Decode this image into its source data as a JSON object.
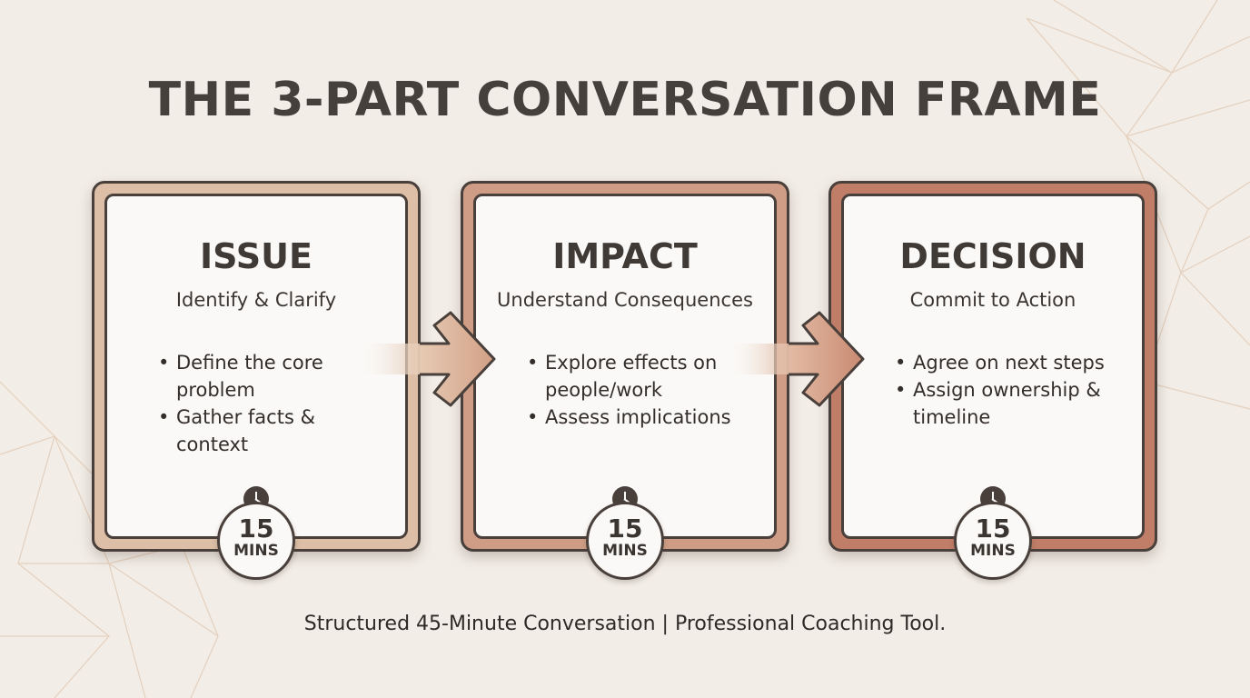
{
  "title": "THE 3-PART CONVERSATION FRAME",
  "cards": [
    {
      "heading": "ISSUE",
      "subheading": "Identify & Clarify",
      "bullets": [
        "Define the core problem",
        "Gather facts & context"
      ],
      "duration": "15",
      "duration_unit": "MINS",
      "color": "#dcbfa6"
    },
    {
      "heading": "IMPACT",
      "subheading": "Understand Consequences",
      "bullets": [
        "Explore effects on people/work",
        "Assess implications"
      ],
      "duration": "15",
      "duration_unit": "MINS",
      "color": "#cf9d85"
    },
    {
      "heading": "DECISION",
      "subheading": "Commit to Action",
      "bullets": [
        "Agree on next steps",
        "Assign ownership & timeline"
      ],
      "duration": "15",
      "duration_unit": "MINS",
      "color": "#c07d68"
    }
  ],
  "footer": "Structured 45-Minute Conversation | Professional Coaching Tool.",
  "colors": {
    "background": "#f2ede7",
    "outline": "#4a403b",
    "arrow_fill": "#d2a086"
  }
}
